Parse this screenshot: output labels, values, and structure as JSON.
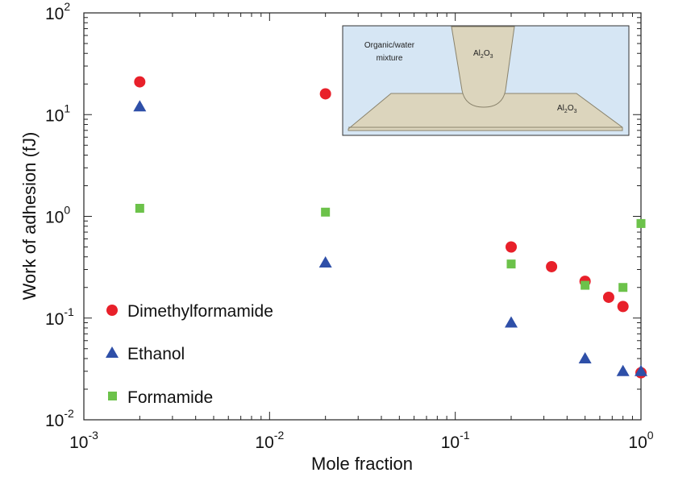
{
  "chart_data": {
    "type": "scatter",
    "xlabel": "Mole fraction",
    "ylabel": "Work of adhesion (fJ)",
    "xscale": "log",
    "yscale": "log",
    "xlim": [
      0.001,
      1
    ],
    "ylim": [
      0.01,
      100
    ],
    "x_ticks": [
      {
        "base": "10",
        "exp": "-3",
        "value": 0.001
      },
      {
        "base": "10",
        "exp": "-2",
        "value": 0.01
      },
      {
        "base": "10",
        "exp": "-1",
        "value": 0.1
      },
      {
        "base": "10",
        "exp": "0",
        "value": 1
      }
    ],
    "y_ticks": [
      {
        "base": "10",
        "exp": "-2",
        "value": 0.01
      },
      {
        "base": "10",
        "exp": "-1",
        "value": 0.1
      },
      {
        "base": "10",
        "exp": "0",
        "value": 1
      },
      {
        "base": "10",
        "exp": "1",
        "value": 10
      },
      {
        "base": "10",
        "exp": "2",
        "value": 100
      }
    ],
    "legend_position": "bottom-left",
    "series": [
      {
        "name": "Dimethylformamide",
        "marker": "circle",
        "color": "#e8202a",
        "points": [
          [
            0.002,
            21
          ],
          [
            0.02,
            16
          ],
          [
            0.2,
            0.5
          ],
          [
            0.33,
            0.32
          ],
          [
            0.5,
            0.23
          ],
          [
            0.67,
            0.16
          ],
          [
            0.8,
            0.13
          ],
          [
            1.0,
            0.029
          ]
        ]
      },
      {
        "name": "Ethanol",
        "marker": "triangle",
        "color": "#2e4fa8",
        "points": [
          [
            0.002,
            12
          ],
          [
            0.02,
            0.35
          ],
          [
            0.2,
            0.09
          ],
          [
            0.5,
            0.04
          ],
          [
            0.8,
            0.03
          ],
          [
            1.0,
            0.03
          ]
        ]
      },
      {
        "name": "Formamide",
        "marker": "square",
        "color": "#6cc24a",
        "points": [
          [
            0.002,
            1.2
          ],
          [
            0.02,
            1.1
          ],
          [
            0.2,
            0.34
          ],
          [
            0.5,
            0.21
          ],
          [
            0.8,
            0.2
          ],
          [
            1.0,
            0.85
          ]
        ]
      }
    ],
    "inset": {
      "mixture_label_line1": "Organic/water",
      "mixture_label_line2": "mixture",
      "tip_label_base": "Al",
      "tip_label_sub1": "2",
      "tip_label_mid": "O",
      "tip_label_sub2": "3",
      "substrate_label_base": "Al",
      "substrate_label_sub1": "2",
      "substrate_label_mid": "O",
      "substrate_label_sub2": "3",
      "liquid_color": "#d6e6f4",
      "solid_color": "#dcd5bd"
    }
  }
}
